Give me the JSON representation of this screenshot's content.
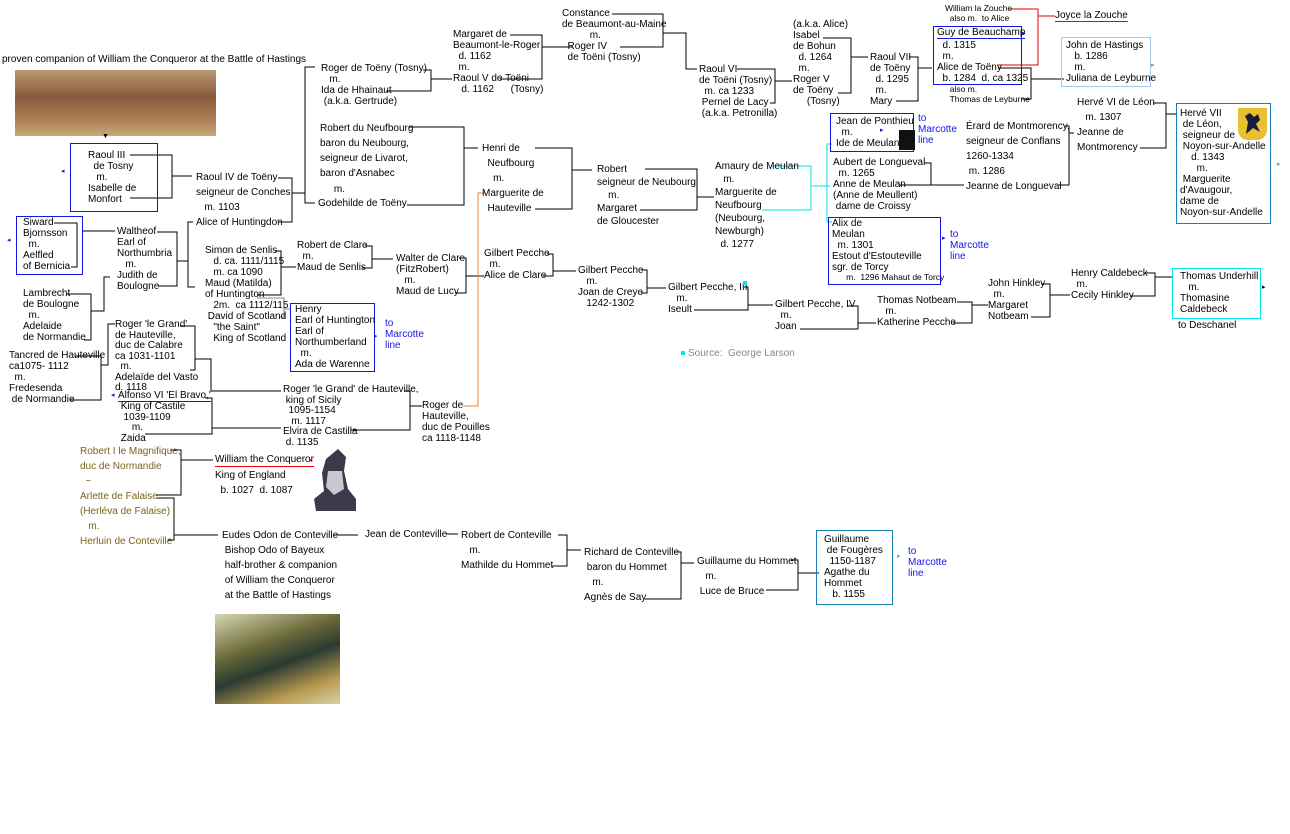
{
  "caption": "proven companion of William the Conqueror at the Battle of Hastings",
  "colors": {
    "line": "#000000",
    "box_blue": "#1414e6",
    "box_teal": "#1a7fb8",
    "box_light": "#a8c8ec",
    "cyan": "#00e5ee",
    "orange": "#e8802a",
    "red": "#e00000",
    "gray": "#888888"
  },
  "people": {
    "raoul3": "Raoul III\n  de Tosny\n   m.\nIsabelle de\nMonfort",
    "raoul4": "Raoul IV de Toëny\nseigneur de Conches\n   m. 1103\nAlice of Huntingdon",
    "roger_toeny": "Roger de Toëny (Tosny)\n   m.\nIda de Hhainaut\n (a.k.a. Gertrude)",
    "robert_neufbourg": "Robert du Neufbourg\nbaron du Neubourg,\nseigneur de Livarot,\nbaron d'Asnabec",
    "robert_neufbourg_m": "     m.",
    "godehilde": "Godehilde de Toëny",
    "margaret_beaumont": "Margaret de\nBeaumont-le-Roger\n  d. 1162\n  m.\nRaoul V de Toëni\n   d. 1162      (Tosny)",
    "constance": "Constance\nde Beaumont-au-Maine\n          m.\n  Roger IV\n  de Toëni (Tosny)",
    "raoul6": "Raoul VI\nde Toëni (Tosny)\n  m. ca 1233\n Pernel de Lacy\n (a.k.a. Petronilla)",
    "isabel_bohun": "(a.k.a. Alice)\nIsabel\nde Bohun\n  d. 1264\n  m.\nRoger V\nde Toëny\n     (Tosny)",
    "raoul7": "Raoul VII\nde Toëny\n  d. 1295\n  m.\nMary",
    "william_zouche": "William la Zouche\n  also m.  to Alice",
    "joyce_zouche": "Joyce la Zouche",
    "guy_beauchamp": "Guy de Beauchamp",
    "guy_rest": "  d. 1315\n  m.\nAlice de Toëny\n  b. 1284  d. ca 1325",
    "thomas_leyburne": "  also m.\n  Thomas de Leyburne",
    "john_hastings": "John de Hastings\n   b. 1286\n   m.\nJuliana de Leyburne",
    "herve6": "Hervé VI de Léon\n   m. 1307\nJeanne de\nMontmorency",
    "herve7": "Hervé VII\n de Léon,\n seigneur de\n Noyon-sur-Andelle\n    d. 1343\n      m.\n Marguerite\nd'Avaugour,\ndame de\nNoyon-sur-Andelle",
    "erard": "Érard de Montmorency,\nseigneur de Conflans\n1260-1334\n m. 1286\nJeanne de Longueval",
    "jean_ponthieu": "Jean de Ponthieu\n  m.\nIde de Meulan",
    "henri_neufbourg": "Henri de\n  Neufbourg\n    m.\nMarguerite de\n  Hauteville",
    "robert_seigneur": "Robert\nseigneur de Neubourg\n    m.\nMargaret\nde Gloucester",
    "amaury": "Amaury de Meulan\n   m.\nMarguerite de\nNeufbourg\n(Neubourg,\nNewburgh)\n  d. 1277",
    "aubert": "Aubert de Longueval\n  m. 1265\nAnne de Meulan\n(Anne de Meullent)\n dame de Croissy",
    "alix": "Alix de\nMeulan\n  m. 1301\nEstout d'Estouteville\nsgr. de Torcy",
    "alix_small": "      m.  1296 Mahaut de Torcy",
    "siward": "Siward\nBjornsson\n  m.\nAelfled\nof Bernicia",
    "waltheof": "Waltheof\nEarl of\nNorthumbria\n   m.\nJudith de\nBoulogne",
    "simon": "Simon de Senlis\n   d. ca. 1111/1115\n   m. ca 1090\nMaud (Matilda)\nof Huntington\n   2m.  ca 1112/115\n David of Scotland\n   \"the Saint\"\n   King of Scotland",
    "robert_clare": "Robert de Clare\n  m.\nMaud de Senlis",
    "walter_clare": "Walter de Clare\n(FitzRobert)\n   m.\nMaud de Lucy",
    "henry_huntington": "Henry\nEarl of Huntington\nEarl of\nNorthumberland\n  m.\nAda de Warenne",
    "lambrecht": "Lambrecht\nde Boulogne\n  m.\nAdelaide\nde Normandie",
    "roger_calabre": "Roger 'le Grand'\nde Hauteville,\nduc de Calabre\nca 1031-1101\n  m.\nAdelaïde del Vasto\nd. 1118",
    "tancred": "Tancred de Hauteville\nca1075- 1112\n  m.\nFredesenda\n de Normandie",
    "alfonso": "Alfonso VI 'El Bravo,'",
    "alfonso_rest": " King of Castile\n  1039-1109\n     m.\n Zaida",
    "roger_sicily": "Roger 'le Grand' de Hauteville,\n king of Sicily\n  1095-1154\n   m. 1117\nElvira de Castilla\n d. 1135",
    "roger_pouilles": "Roger de\nHauteville,\nduc de Pouilles\nca 1118-1148",
    "gilbert1": "Gilbert Pecche\n  m.\nAlice de Clare",
    "gilbert2": "Gilbert Pecche\n   m.\nJoan de Creye\n   1242-1302",
    "gilbert3": "Gilbert Pecche, III\n   m.\nIseult",
    "gilbert4": "Gilbert Pecche, IV\n  m.\nJoan",
    "thomas_notbeam": "Thomas Notbeam\n   m.\nKatherine Pecche",
    "john_hinkley": "John Hinkley\n  m.\nMargaret\nNotbeam",
    "henry_caldebeck": "Henry Caldebeck\n  m.\nCecily Hinkley",
    "thomas_underhill": "Thomas Underhill\n   m.\nThomasine\nCaldebeck",
    "robert_magnifique": "Robert I le Magnifique,\nduc de Normandie\n  ~\nArlette de Falaise\n(Herléva de Falaise)\n   m.\nHerluin de Conteville",
    "william_conqueror": "William the Conqueror",
    "william_rest": "King of England\n  b. 1027  d. 1087",
    "eudes": "Eudes Odon de Conteville\n Bishop Odo of Bayeux\n half-brother & companion\n of William the Conqueror\n at the Battle of Hastings",
    "jean_conteville": "Jean de Conteville",
    "robert_conteville": "Robert de Conteville\n   m.\nMathilde du Hommet",
    "richard_conteville": "Richard de Conteville\n baron du Hommet\n   m.\nAgnès de Say",
    "guillaume_hommet": "Guillaume du Hommet\n   m.\n Luce de Bruce",
    "guillaume_fougeres": "Guillaume\n de Fougères\n  1150-1187\nAgathe du\nHommet\n   b. 1155"
  },
  "links": {
    "marcotte": "to\nMarcotte\nline",
    "deschanel": "to Deschanel"
  },
  "source": "Source:  George Larson"
}
